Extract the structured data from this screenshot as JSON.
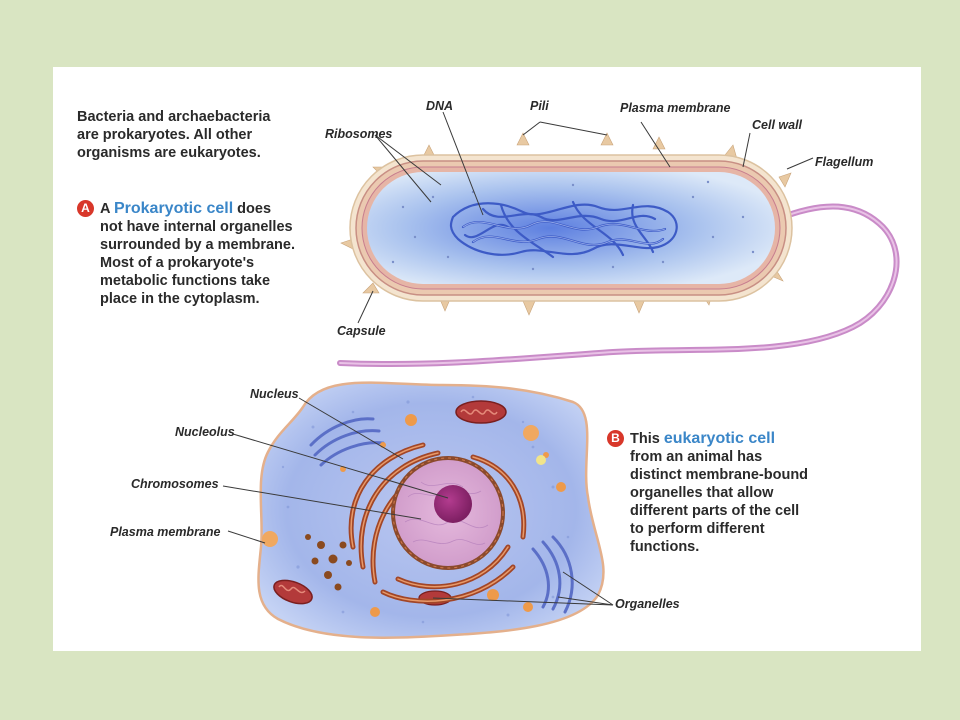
{
  "intro": {
    "line1": "Bacteria and archaebacteria",
    "line2": "are prokaryotes. All other",
    "line3": "organisms are eukaryotes."
  },
  "prokaryote": {
    "badge": "A",
    "pre": "A ",
    "highlight": "Prokaryotic cell",
    "post": " does",
    "lines": [
      "not have internal organelles",
      "surrounded by a membrane.",
      "Most of a prokaryote's",
      "metabolic functions take",
      "place in the cytoplasm."
    ],
    "labels": {
      "ribosomes": "Ribosomes",
      "dna": "DNA",
      "pili": "Pili",
      "plasma_membrane": "Plasma membrane",
      "cell_wall": "Cell wall",
      "flagellum": "Flagellum",
      "capsule": "Capsule"
    }
  },
  "eukaryote": {
    "badge": "B",
    "pre": "This ",
    "highlight": "eukaryotic cell",
    "lines": [
      "from an animal has",
      "distinct membrane-bound",
      "organelles that allow",
      "different parts of the cell",
      "to perform different",
      "functions."
    ],
    "labels": {
      "nucleus": "Nucleus",
      "nucleolus": "Nucleolus",
      "chromosomes": "Chromosomes",
      "plasma_membrane": "Plasma membrane",
      "organelles": "Organelles"
    }
  },
  "colors": {
    "background": "#d9e5c2",
    "panel": "#ffffff",
    "highlight": "#3a86c8",
    "badge": "#d8372a",
    "flagellum": "#c98bc8",
    "cytoplasm": "#a8bfec"
  }
}
